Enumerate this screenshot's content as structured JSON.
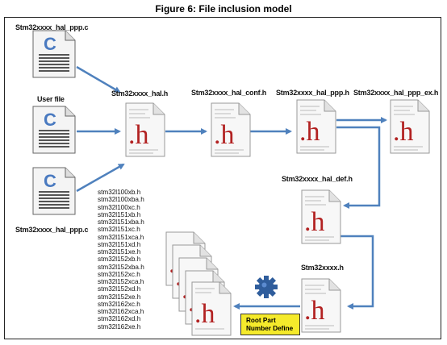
{
  "figure": {
    "title": "Figure 6: File inclusion model"
  },
  "labels": {
    "src_top": "Stm32xxxx_hal_ppp.c",
    "user_file": "User file",
    "src_bottom": "Stm32xxxx_hal_ppp.c",
    "hal_h": "Stm32xxxx_hal.h",
    "hal_conf_h": "Stm32xxxx_hal_conf.h",
    "hal_ppp_h": "Stm32xxxx_hal_ppp.h",
    "hal_ppp_ex_h": "Stm32xxxx_hal_ppp_ex.h",
    "hal_def_h": "Stm32xxxx_hal_def.h",
    "device_h": "Stm32xxxx.h"
  },
  "icons": {
    "c_file": "C",
    "h_file": ".h",
    "cog": "gear-icon"
  },
  "colors": {
    "arrow": "#4f81bd",
    "c_letter": "#4a7ac0",
    "h_letter": "#b22222",
    "note_bg": "#f5ea2b"
  },
  "device_files": [
    "stm32l100xb.h",
    "stm32l100xba.h",
    "stm32l100xc.h",
    "stm32l151xb.h",
    "stm32l151xba.h",
    "stm32l151xc.h",
    "stm32l151xca.h",
    "stm32l151xd.h",
    "stm32l151xe.h",
    "stm32l152xb.h",
    "stm32l152xba.h",
    "stm32l152xc.h",
    "stm32l152xca.h",
    "stm32l152xd.h",
    "stm32l152xe.h",
    "stm32l162xc.h",
    "stm32l162xca.h",
    "stm32l162xd.h",
    "stm32l162xe.h"
  ],
  "note": {
    "line1": "Root Part",
    "line2": "Number Define"
  }
}
